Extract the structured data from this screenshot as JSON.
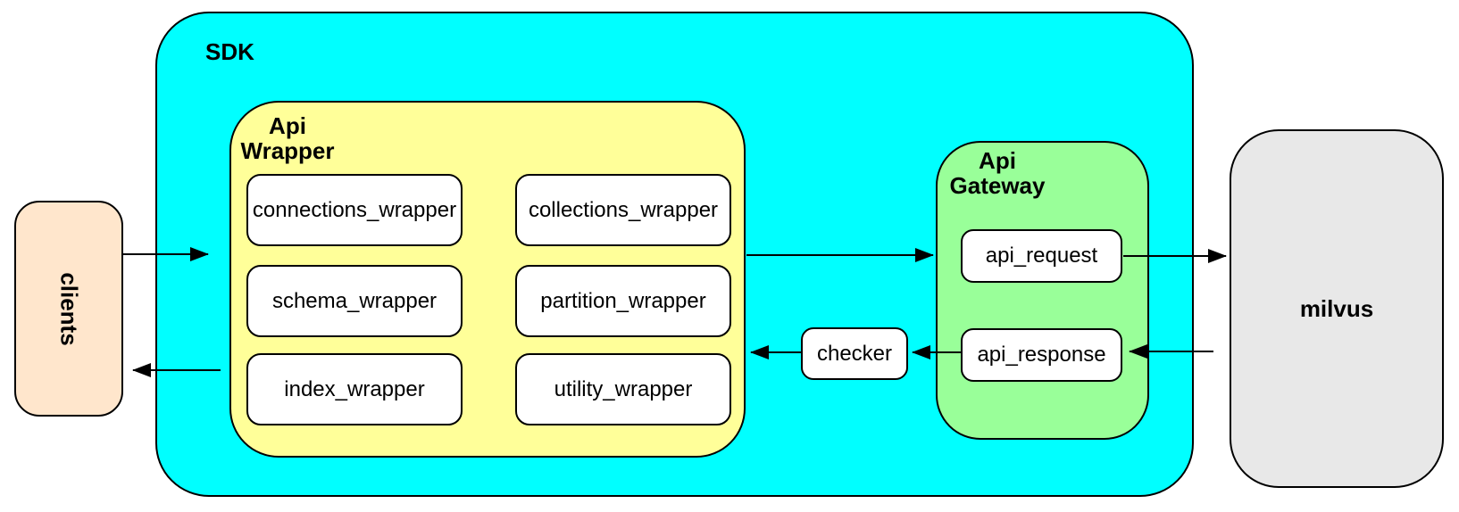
{
  "diagram": {
    "clients": {
      "label": "clients"
    },
    "sdk": {
      "label": "SDK"
    },
    "api_wrapper": {
      "label_line1": "Api",
      "label_line2": "Wrapper",
      "nodes": [
        {
          "label": "connections_wrapper"
        },
        {
          "label": "collections_wrapper"
        },
        {
          "label": "schema_wrapper"
        },
        {
          "label": "partition_wrapper"
        },
        {
          "label": "index_wrapper"
        },
        {
          "label": "utility_wrapper"
        }
      ]
    },
    "checker": {
      "label": "checker"
    },
    "api_gateway": {
      "label_line1": "Api",
      "label_line2": "Gateway",
      "nodes": [
        {
          "label": "api_request"
        },
        {
          "label": "api_response"
        }
      ]
    },
    "milvus": {
      "label": "milvus"
    },
    "colors": {
      "sdk_fill": "#00FFFF",
      "api_wrapper_fill": "#FFFF99",
      "api_gateway_fill": "#99FF99",
      "clients_fill": "#FFE6CC",
      "milvus_fill": "#E8E8E8",
      "node_fill": "#FFFFFF",
      "border": "#000000"
    },
    "arrows": [
      {
        "name": "clients-to-sdk",
        "direction": "right"
      },
      {
        "name": "api-wrapper-to-clients",
        "direction": "left"
      },
      {
        "name": "api-wrapper-to-api-gateway",
        "direction": "right"
      },
      {
        "name": "api-request-to-milvus",
        "direction": "right"
      },
      {
        "name": "milvus-to-api-response",
        "direction": "left"
      },
      {
        "name": "api-response-to-checker",
        "direction": "left"
      },
      {
        "name": "checker-to-api-wrapper",
        "direction": "left"
      }
    ]
  }
}
